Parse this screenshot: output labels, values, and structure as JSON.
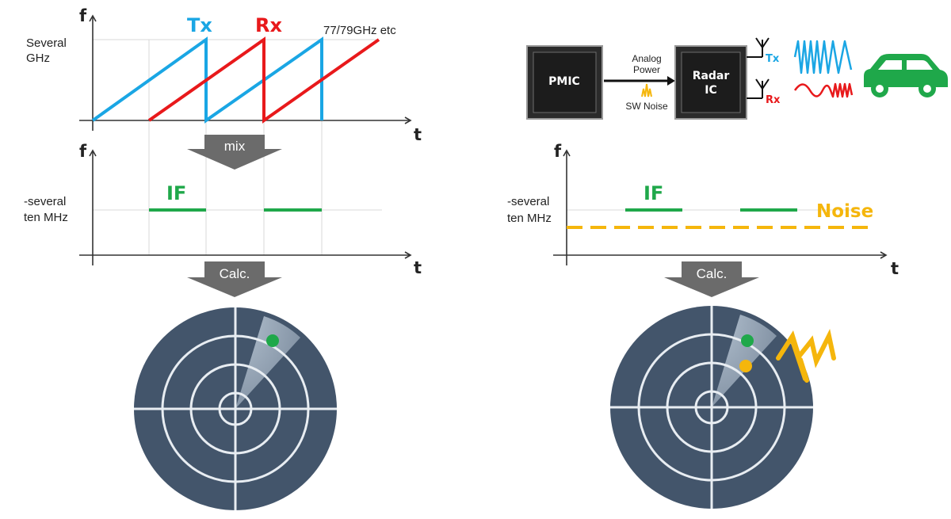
{
  "left": {
    "top_chart": {
      "y_axis": "f",
      "x_axis": "t",
      "y_label_line1": "Several",
      "y_label_line2": "GHz",
      "tx_label": "Tx",
      "rx_label": "Rx",
      "band_label": "77/79GHz etc"
    },
    "mix_label": "mix",
    "if_chart": {
      "y_axis": "f",
      "x_axis": "t",
      "y_label_line1": "-several",
      "y_label_line2": "ten MHz",
      "if_label": "IF"
    },
    "calc_label": "Calc."
  },
  "right": {
    "block_diagram": {
      "pmic_label": "PMIC",
      "radar_label_line1": "Radar",
      "radar_label_line2": "IC",
      "analog_line1": "Analog",
      "analog_line2": "Power",
      "sw_noise_label": "SW Noise",
      "tx_label": "Tx",
      "rx_label": "Rx"
    },
    "if_chart": {
      "y_axis": "f",
      "x_axis": "t",
      "y_label_line1": "-several",
      "y_label_line2": "ten MHz",
      "if_label": "IF",
      "noise_label": "Noise"
    },
    "calc_label": "Calc."
  },
  "colors": {
    "tx": "#1aa6e4",
    "rx": "#e8191b",
    "if": "#1fa84a",
    "noise": "#f5b60c",
    "radar_bg": "#43556b",
    "dark_block": "#2b2b2b",
    "gray_arrow": "#6b6b6b"
  }
}
